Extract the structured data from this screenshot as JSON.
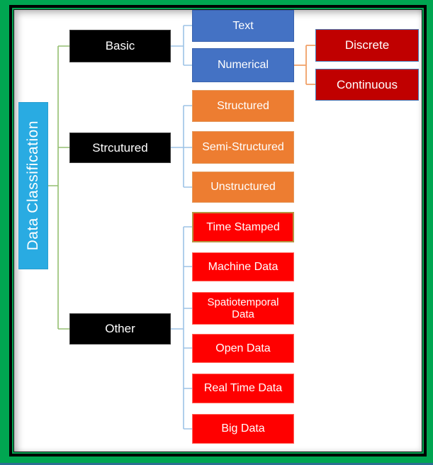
{
  "tree": {
    "root": {
      "label": "Data Classification"
    },
    "branches": [
      {
        "label": "Basic",
        "children": [
          {
            "label": "Text"
          },
          {
            "label": "Numerical",
            "children": [
              {
                "label": "Discrete"
              },
              {
                "label": "Continuous"
              }
            ]
          }
        ]
      },
      {
        "label": "Strcutured",
        "children": [
          {
            "label": "Structured"
          },
          {
            "label": "Semi-Structured"
          },
          {
            "label": "Unstructured"
          }
        ]
      },
      {
        "label": "Other",
        "children": [
          {
            "label": "Time Stamped"
          },
          {
            "label": "Machine Data"
          },
          {
            "label": "Spatiotemporal Data"
          },
          {
            "label": "Open Data"
          },
          {
            "label": "Real Time Data"
          },
          {
            "label": "Big Data"
          }
        ]
      }
    ]
  },
  "colors": {
    "frame_green": "#00A651",
    "frame_black": "#000000",
    "bottom_edge_blue": "#2C6F93",
    "root_node_blue": "#29ABE2",
    "branch_node_black": "#000000",
    "basic_child_blue": "#4472C4",
    "numerical_child_dark_red": "#C00000",
    "structured_child_orange": "#ED7D31",
    "other_child_red": "#FF0000",
    "time_stamped_border_gold": "#B69342",
    "connector_green": "#94BE70",
    "connector_blue": "#9DC3E6",
    "connector_orange": "#F0A067"
  }
}
